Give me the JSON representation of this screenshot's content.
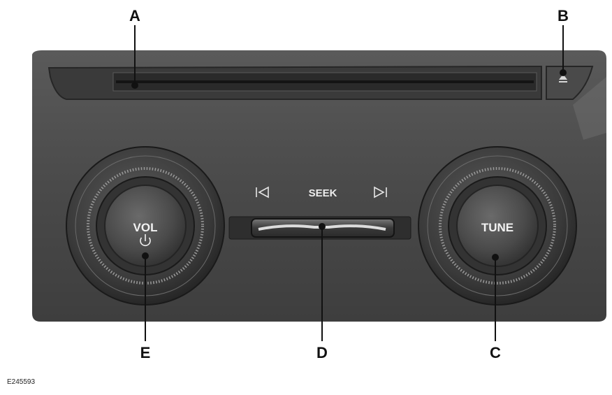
{
  "callouts": {
    "a": "A",
    "b": "B",
    "c": "C",
    "d": "D",
    "e": "E"
  },
  "controls": {
    "volume_label": "VOL",
    "tune_label": "TUNE",
    "seek_label": "SEEK"
  },
  "icons": {
    "eject": "eject-icon",
    "power": "power-icon",
    "seek_back": "skip-back-icon",
    "seek_forward": "skip-forward-icon"
  },
  "colors": {
    "panel": "#4b4b4b",
    "knob": "#3a3a3a",
    "callout_line": "#111111"
  },
  "figure_id": "E245593"
}
